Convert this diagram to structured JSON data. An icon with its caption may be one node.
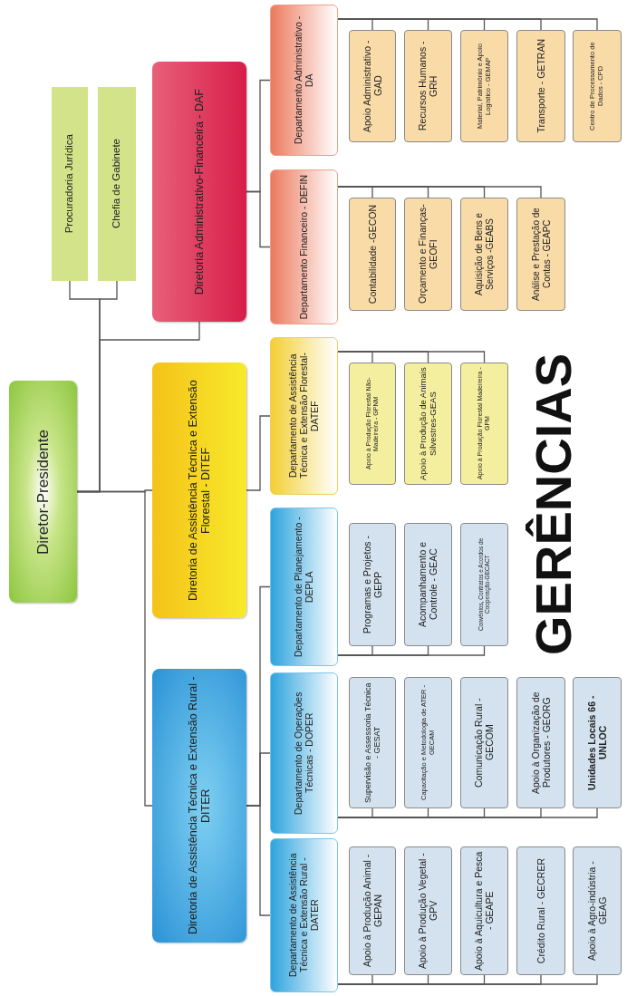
{
  "diagram": {
    "nodes": [
      {
        "text": [
          "Diretor-Presidente"
        ]
      },
      {
        "text": [
          "Procuradoria Jurídica"
        ]
      },
      {
        "text": [
          "Chefia de Gabinete"
        ]
      },
      {
        "text": [
          "Diretoria Administrativo-Financeira - DAF"
        ]
      },
      {
        "text": [
          "Departamento Administrativo - DA"
        ]
      },
      {
        "text": [
          "Apoio Administrativo - GAD"
        ]
      },
      {
        "text": [
          "Recursos Humanos - GRH"
        ]
      },
      {
        "text": [
          "Material, Patrimônio e Apoio Logístico - GEMAP"
        ]
      },
      {
        "text": [
          "Transporte - GETRAN"
        ]
      },
      {
        "text": [
          "Centro de Processamento de Dados - CPD"
        ]
      },
      {
        "text": [
          "Departamento Financeiro - DEFIN"
        ]
      },
      {
        "text": [
          "Contabilidade -GECON"
        ]
      },
      {
        "text": [
          "Orçamento e Finanças- GEOFI"
        ]
      },
      {
        "text": [
          "Aquisição de Bens e Serviços -GEABS"
        ]
      },
      {
        "text": [
          "Análise e Prestação de Contas - GEAPC"
        ]
      },
      {
        "text": [
          "Diretoria de Assistência Técnica e Extensão Florestal - DITEF"
        ]
      },
      {
        "text": [
          "Departamento de Assistência Técnica e Extensão Florestal-DATEF"
        ]
      },
      {
        "text": [
          "Apoio à Produção Florestal Não-Madeireira - GPNM"
        ]
      },
      {
        "text": [
          "Apoio à Produção de Animais Silvestres-GEAS"
        ]
      },
      {
        "text": [
          "Apoio à Produção Florestal Madeireira - GPM"
        ]
      },
      {
        "text": [
          "Diretoria de Assistência Técnica e Extensão Rural - DITER"
        ]
      },
      {
        "text": [
          "Departamento de Planejamento - DEPLA"
        ]
      },
      {
        "text": [
          "Programas e Projetos - GEPP"
        ]
      },
      {
        "text": [
          "Acompanhamento e Controle - GEAC"
        ]
      },
      {
        "text": [
          "Convênios, Contratos e Acordos de Cooperação-GECACT"
        ]
      },
      {
        "text": [
          "Departamento de Operações Técnicas - DOPER"
        ]
      },
      {
        "text": [
          "Supervisão e Assessoria Técnica - GESAT"
        ]
      },
      {
        "text": [
          "Capacitação e Metodologia de ATER - GECAM"
        ]
      },
      {
        "text": [
          "Comunicação Rural - GECOM"
        ]
      },
      {
        "text": [
          "Apoio à Organização de Produtores - GEORG"
        ]
      },
      {
        "text": [
          "Unidades Locais 66 - UNLOC"
        ]
      },
      {
        "text": [
          "Departamento de Assistência Técnica e Extensão Rural - DATER"
        ]
      },
      {
        "text": [
          "Apoio à Produção Animal - GEPAN"
        ]
      },
      {
        "text": [
          "Apoio à Produção Vegetal - GPV"
        ]
      },
      {
        "text": [
          "Apoio à Aquicultura e Pesca - GEAPE"
        ]
      },
      {
        "text": [
          "Crédito Rural - GECRER"
        ]
      },
      {
        "text": [
          "Apoio à Agro-indústria - GEAG"
        ]
      }
    ],
    "edges": [
      {
        "from": 0,
        "to": 1,
        "arrow": "none"
      },
      {
        "from": 0,
        "to": 2,
        "arrow": "none"
      },
      {
        "from": 0,
        "to": 3,
        "arrow": "none"
      },
      {
        "from": 0,
        "to": 15,
        "arrow": "none"
      },
      {
        "from": 0,
        "to": 20,
        "arrow": "none"
      },
      {
        "from": 3,
        "to": 4,
        "arrow": "none"
      },
      {
        "from": 3,
        "to": 10,
        "arrow": "none"
      },
      {
        "from": 4,
        "to": 5,
        "arrow": "none"
      },
      {
        "from": 4,
        "to": 6,
        "arrow": "none"
      },
      {
        "from": 4,
        "to": 7,
        "arrow": "none"
      },
      {
        "from": 4,
        "to": 8,
        "arrow": "none"
      },
      {
        "from": 4,
        "to": 9,
        "arrow": "none"
      },
      {
        "from": 10,
        "to": 11,
        "arrow": "none"
      },
      {
        "from": 10,
        "to": 12,
        "arrow": "none"
      },
      {
        "from": 10,
        "to": 13,
        "arrow": "none"
      },
      {
        "from": 10,
        "to": 14,
        "arrow": "none"
      },
      {
        "from": 15,
        "to": 16,
        "arrow": "none"
      },
      {
        "from": 16,
        "to": 17,
        "arrow": "none"
      },
      {
        "from": 16,
        "to": 18,
        "arrow": "none"
      },
      {
        "from": 16,
        "to": 19,
        "arrow": "none"
      },
      {
        "from": 20,
        "to": 21,
        "arrow": "none"
      },
      {
        "from": 20,
        "to": 25,
        "arrow": "none"
      },
      {
        "from": 20,
        "to": 31,
        "arrow": "none"
      },
      {
        "from": 21,
        "to": 22,
        "arrow": "none"
      },
      {
        "from": 21,
        "to": 23,
        "arrow": "none"
      },
      {
        "from": 21,
        "to": 24,
        "arrow": "none"
      },
      {
        "from": 25,
        "to": 26,
        "arrow": "none"
      },
      {
        "from": 25,
        "to": 27,
        "arrow": "none"
      },
      {
        "from": 25,
        "to": 28,
        "arrow": "none"
      },
      {
        "from": 25,
        "to": 29,
        "arrow": "none"
      },
      {
        "from": 25,
        "to": 30,
        "arrow": "none"
      },
      {
        "from": 31,
        "to": 32,
        "arrow": "none"
      },
      {
        "from": 31,
        "to": 33,
        "arrow": "none"
      },
      {
        "from": 31,
        "to": 34,
        "arrow": "none"
      },
      {
        "from": 31,
        "to": 35,
        "arrow": "none"
      },
      {
        "from": 31,
        "to": 36,
        "arrow": "none"
      }
    ],
    "labels": [
      "GERÊNCIAS"
    ]
  }
}
